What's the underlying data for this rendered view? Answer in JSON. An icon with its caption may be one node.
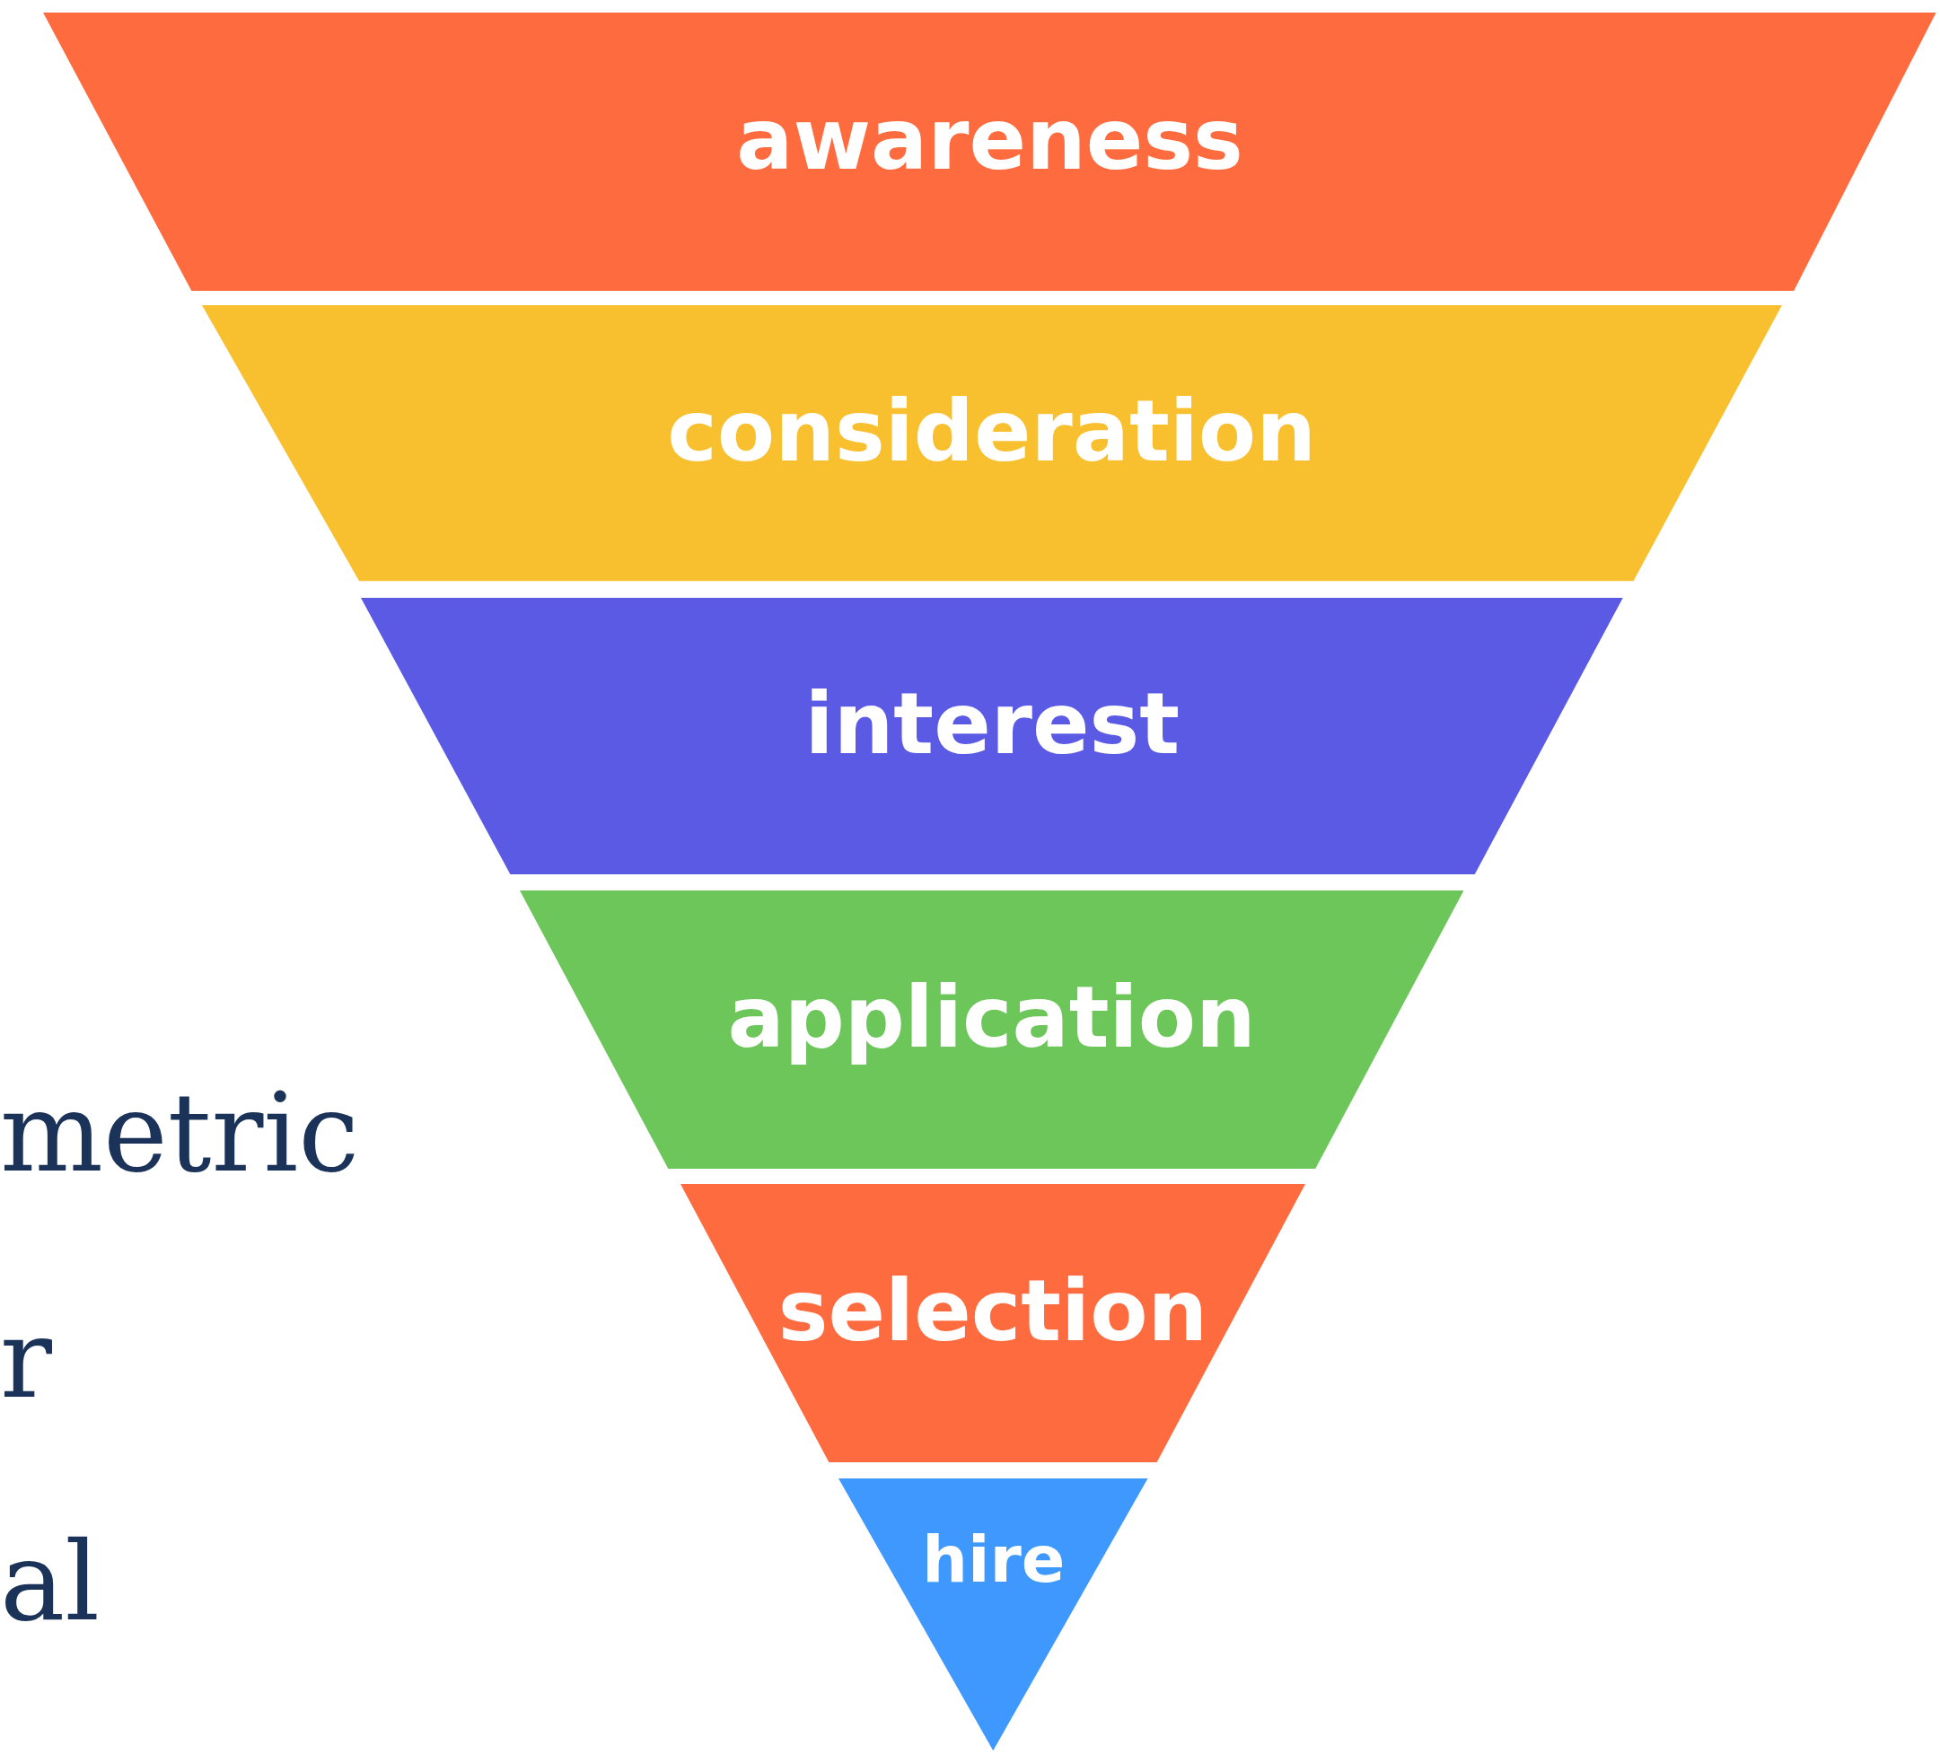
{
  "diagram": {
    "nodes": [
      {
        "text": [
          "awareness"
        ]
      },
      {
        "text": [
          "consideration"
        ]
      },
      {
        "text": [
          "interest"
        ]
      },
      {
        "text": [
          "application"
        ]
      },
      {
        "text": [
          "selection"
        ]
      },
      {
        "text": [
          "hire"
        ]
      }
    ],
    "labels": [
      "metric",
      "r",
      "al"
    ]
  }
}
